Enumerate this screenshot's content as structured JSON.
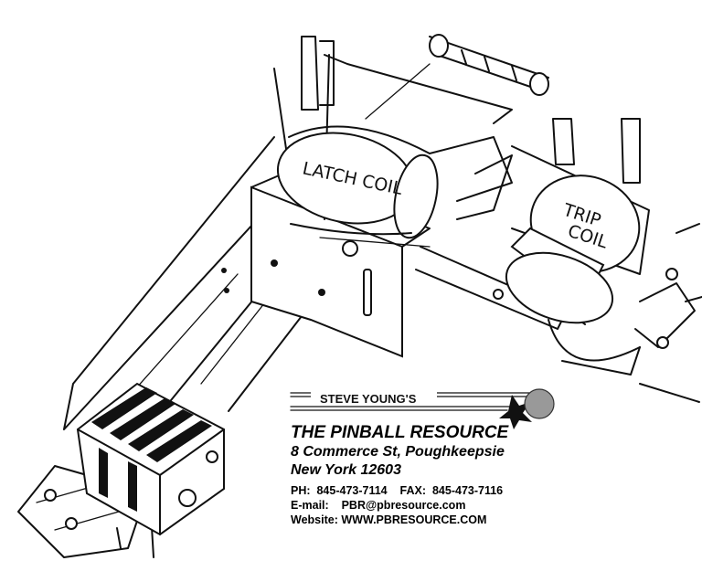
{
  "labels": {
    "latch_coil": "LATCH COIL",
    "trip_coil_1": "TRIP",
    "trip_coil_2": "COIL"
  },
  "logo": {
    "name": "STEVE YOUNG'S"
  },
  "company": {
    "name": "THE PINBALL RESOURCE",
    "address_line1": "8 Commerce St, Poughkeepsie",
    "address_line2": "New York 12603",
    "phone_label": "PH:",
    "phone": "845-473-7114",
    "fax_label": "FAX:",
    "fax": "845-473-7116",
    "email_label": "E-mail:",
    "email": "PBR@pbresource.com",
    "website_label": "Website:",
    "website": "WWW.PBRESOURCE.COM"
  },
  "colors": {
    "ink": "#111111",
    "background": "#ffffff"
  }
}
